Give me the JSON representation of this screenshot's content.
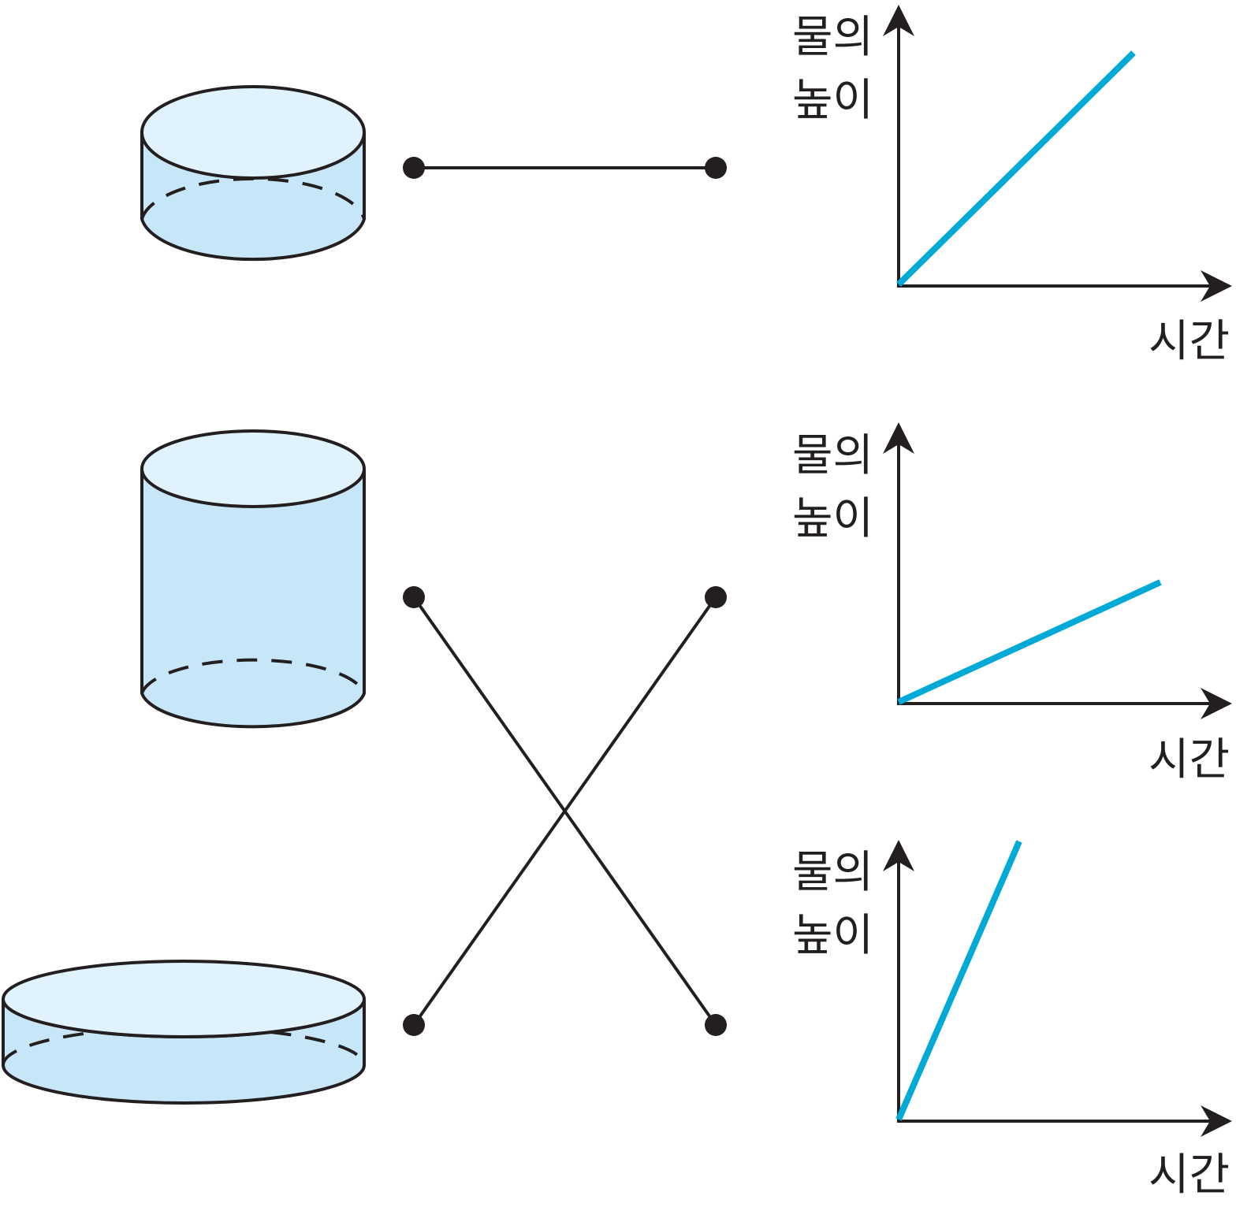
{
  "colors": {
    "ink": "#231f20",
    "water": "#c7e6f7",
    "water_top": "#e0f3fc",
    "graph_line": "#00a9d6"
  },
  "containers": [
    {
      "shape": "medium-cylinder"
    },
    {
      "shape": "tall-narrow-cylinder"
    },
    {
      "shape": "wide-flat-cylinder"
    }
  ],
  "connections": [
    {
      "from": 1,
      "to": 1
    },
    {
      "from": 2,
      "to": 3
    },
    {
      "from": 3,
      "to": 2
    }
  ],
  "graphs": [
    {
      "ylabel_line1": "물의",
      "ylabel_line2": "높이",
      "xlabel": "시간",
      "slope": "medium"
    },
    {
      "ylabel_line1": "물의",
      "ylabel_line2": "높이",
      "xlabel": "시간",
      "slope": "gentle"
    },
    {
      "ylabel_line1": "물의",
      "ylabel_line2": "높이",
      "xlabel": "시간",
      "slope": "steep"
    }
  ]
}
